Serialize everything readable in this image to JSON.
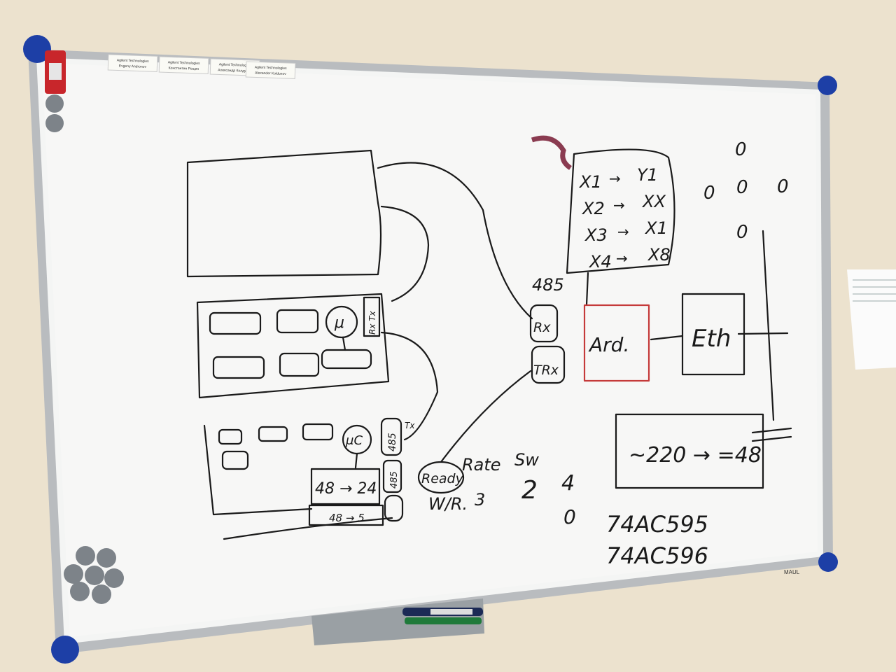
{
  "name_tags": [
    {
      "company": "Agilent Technologies",
      "person": "Evgeny Andronov"
    },
    {
      "company": "Agilent Technologies",
      "person": "Константин Рощин"
    },
    {
      "company": "Agilent Technologies",
      "person": "Александр Колдунов"
    },
    {
      "company": "Agilent Technologies",
      "person": "Alexander Koldunov"
    }
  ],
  "mapping": [
    {
      "in": "X1",
      "arrow": "→",
      "out": "Y1"
    },
    {
      "in": "X2",
      "arrow": "→",
      "out": "XX"
    },
    {
      "in": "X3",
      "arrow": "→",
      "out": "X1"
    },
    {
      "in": "X4",
      "arrow": "→",
      "out": "X8"
    }
  ],
  "labels": {
    "bus": "485",
    "rx": "Rx",
    "tx": "TRx",
    "ard": "Ard.",
    "eth": "Eth",
    "mu1": "μ",
    "mu2": "μC",
    "rx_tx_1": "Rx Tx",
    "rx_tx_2": "Tx",
    "ic_485_top": "485",
    "ic_485_bot": "485",
    "conv_main": "48 → 24",
    "conv_sub": "48 → 5",
    "ready": "Ready",
    "rate": "Rate",
    "sw": "Sw",
    "wr": "W/R.",
    "val3": "3",
    "val2": "2",
    "val4": "4",
    "val0": "0",
    "power": "~220 → =48",
    "chip1": "74AC595",
    "chip2": "74AC596",
    "brand": "MAUL"
  },
  "circles": [
    "0",
    "0",
    "0",
    "0",
    "0"
  ]
}
